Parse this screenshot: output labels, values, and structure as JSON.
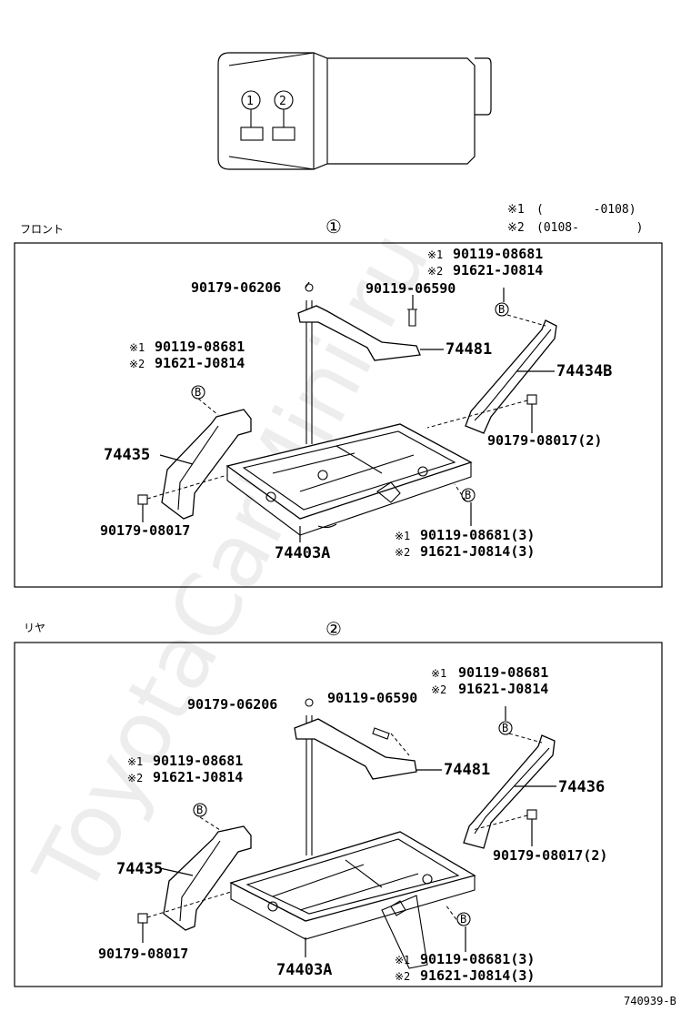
{
  "watermark": "ToyotaCarMini.ru",
  "figure_id": "740939-B",
  "legend": {
    "note1_mark": "※1",
    "note1_text": "(       -0108)",
    "note2_mark": "※2",
    "note2_text": "(0108-        )"
  },
  "top_view": {
    "marker1": "1",
    "marker2": "2"
  },
  "panel1": {
    "caption": "フロント",
    "number": "①",
    "labels": {
      "bolt_top": "90179-06206",
      "bolt_mid": "90119-06590",
      "clamp": "74481",
      "right_note1": "※1",
      "right_pn1": "90119-08681",
      "right_note2": "※2",
      "right_pn2": "91621-J0814",
      "right_bracket": "74434B",
      "right_nut": "90179-08017(2)",
      "left_note1": "※1",
      "left_pn1": "90119-08681",
      "left_note2": "※2",
      "left_pn2": "91621-J0814",
      "left_bracket": "74435",
      "left_nut": "90179-08017",
      "tray": "74403A",
      "bottom_note1": "※1",
      "bottom_pn1": "90119-08681(3)",
      "bottom_note2": "※2",
      "bottom_pn2": "91621-J0814(3)"
    }
  },
  "panel2": {
    "caption": "リヤ",
    "number": "②",
    "labels": {
      "bolt_top": "90179-06206",
      "bolt_mid": "90119-06590",
      "clamp": "74481",
      "right_note1": "※1",
      "right_pn1": "90119-08681",
      "right_note2": "※2",
      "right_pn2": "91621-J0814",
      "right_bracket": "74436",
      "right_nut": "90179-08017(2)",
      "left_note1": "※1",
      "left_pn1": "90119-08681",
      "left_note2": "※2",
      "left_pn2": "91621-J0814",
      "left_bracket": "74435",
      "left_nut": "90179-08017",
      "tray": "74403A",
      "bottom_note1": "※1",
      "bottom_pn1": "90119-08681(3)",
      "bottom_note2": "※2",
      "bottom_pn2": "91621-J0814(3)"
    }
  },
  "callout_letter": "B"
}
